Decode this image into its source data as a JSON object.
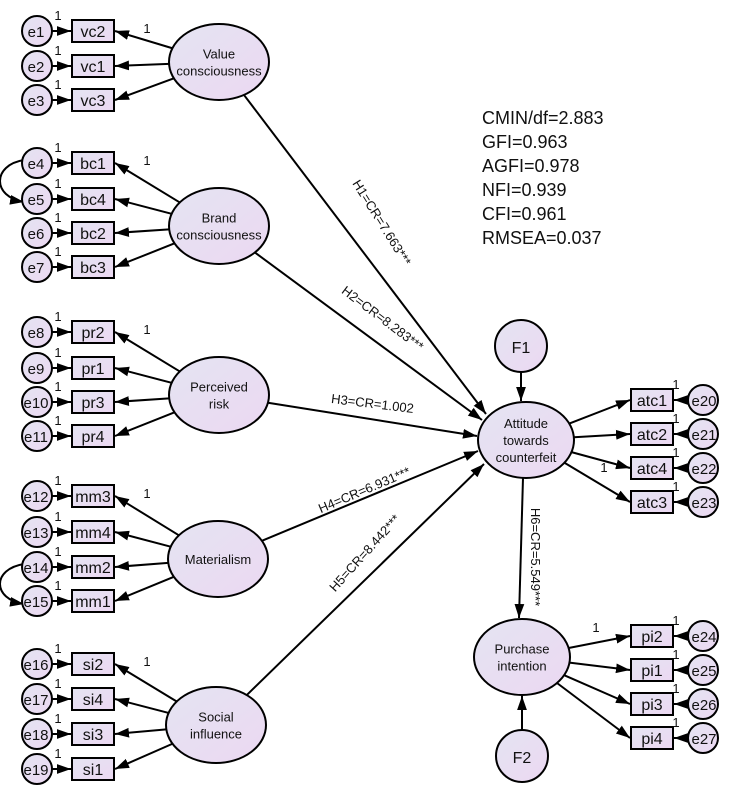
{
  "diagram": {
    "title": "Structural equation model: consumer attitude towards counterfeit and purchase intention",
    "colors": {
      "fill_start": "#e4e4f2",
      "fill_end": "#ecd8f2",
      "stroke": "#000000",
      "background": "#ffffff"
    },
    "exogenous": [
      {
        "id": "vc",
        "label_lines": [
          "Value",
          "consciousness"
        ],
        "indicators": [
          {
            "name": "vc2",
            "error": "e1",
            "fixed_loading": "1",
            "error_weight": "1"
          },
          {
            "name": "vc1",
            "error": "e2",
            "fixed_loading": "",
            "error_weight": "1"
          },
          {
            "name": "vc3",
            "error": "e3",
            "fixed_loading": "",
            "error_weight": "1"
          }
        ]
      },
      {
        "id": "bc",
        "label_lines": [
          "Brand",
          "consciousness"
        ],
        "indicators": [
          {
            "name": "bc1",
            "error": "e4",
            "fixed_loading": "1",
            "error_weight": "1"
          },
          {
            "name": "bc4",
            "error": "e5",
            "fixed_loading": "",
            "error_weight": "1"
          },
          {
            "name": "bc2",
            "error": "e6",
            "fixed_loading": "",
            "error_weight": "1"
          },
          {
            "name": "bc3",
            "error": "e7",
            "fixed_loading": "",
            "error_weight": "1"
          }
        ]
      },
      {
        "id": "pr",
        "label_lines": [
          "Perceived",
          "risk"
        ],
        "indicators": [
          {
            "name": "pr2",
            "error": "e8",
            "fixed_loading": "1",
            "error_weight": "1"
          },
          {
            "name": "pr1",
            "error": "e9",
            "fixed_loading": "",
            "error_weight": "1"
          },
          {
            "name": "pr3",
            "error": "e10",
            "fixed_loading": "",
            "error_weight": "1"
          },
          {
            "name": "pr4",
            "error": "e11",
            "fixed_loading": "",
            "error_weight": "1"
          }
        ]
      },
      {
        "id": "mm",
        "label_lines": [
          "Materialism"
        ],
        "indicators": [
          {
            "name": "mm3",
            "error": "e12",
            "fixed_loading": "1",
            "error_weight": "1"
          },
          {
            "name": "mm4",
            "error": "e13",
            "fixed_loading": "",
            "error_weight": "1"
          },
          {
            "name": "mm2",
            "error": "e14",
            "fixed_loading": "",
            "error_weight": "1"
          },
          {
            "name": "mm1",
            "error": "e15",
            "fixed_loading": "",
            "error_weight": "1"
          }
        ]
      },
      {
        "id": "si",
        "label_lines": [
          "Social",
          "influence"
        ],
        "indicators": [
          {
            "name": "si2",
            "error": "e16",
            "fixed_loading": "1",
            "error_weight": "1"
          },
          {
            "name": "si4",
            "error": "e17",
            "fixed_loading": "",
            "error_weight": "1"
          },
          {
            "name": "si3",
            "error": "e18",
            "fixed_loading": "",
            "error_weight": "1"
          },
          {
            "name": "si1",
            "error": "e19",
            "fixed_loading": "",
            "error_weight": "1"
          }
        ]
      }
    ],
    "endogenous": [
      {
        "id": "atc",
        "label_lines": [
          "Attitude",
          "towards",
          "counterfeit"
        ],
        "disturbance": "F1",
        "indicators": [
          {
            "name": "atc1",
            "error": "e20",
            "fixed_loading": "",
            "error_weight": "1"
          },
          {
            "name": "atc2",
            "error": "e21",
            "fixed_loading": "",
            "error_weight": "1"
          },
          {
            "name": "atc4",
            "error": "e22",
            "fixed_loading": "1",
            "error_weight": "1"
          },
          {
            "name": "atc3",
            "error": "e23",
            "fixed_loading": "",
            "error_weight": "1"
          }
        ]
      },
      {
        "id": "pi",
        "label_lines": [
          "Purchase",
          "intention"
        ],
        "disturbance": "F2",
        "indicators": [
          {
            "name": "pi2",
            "error": "e24",
            "fixed_loading": "1",
            "error_weight": "1"
          },
          {
            "name": "pi1",
            "error": "e25",
            "fixed_loading": "",
            "error_weight": "1"
          },
          {
            "name": "pi3",
            "error": "e26",
            "fixed_loading": "",
            "error_weight": "1"
          },
          {
            "name": "pi4",
            "error": "e27",
            "fixed_loading": "",
            "error_weight": "1"
          }
        ]
      }
    ],
    "covariances": [
      [
        "e4",
        "e5"
      ],
      [
        "e14",
        "e15"
      ]
    ],
    "paths": [
      {
        "from": "vc",
        "to": "atc",
        "label": "H1=CR=7.663***"
      },
      {
        "from": "bc",
        "to": "atc",
        "label": "H2=CR=8.283***"
      },
      {
        "from": "pr",
        "to": "atc",
        "label": "H3=CR=1.002"
      },
      {
        "from": "mm",
        "to": "atc",
        "label": "H4=CR=6.931***"
      },
      {
        "from": "si",
        "to": "atc",
        "label": "H5=CR=8.442***"
      },
      {
        "from": "atc",
        "to": "pi",
        "label": "H6=CR=5.549***"
      }
    ],
    "fit_indices": [
      "CMIN/df=2.883",
      "GFI=0.963",
      "AGFI=0.978",
      "NFI=0.939",
      "CFI=0.961",
      "RMSEA=0.037"
    ]
  }
}
